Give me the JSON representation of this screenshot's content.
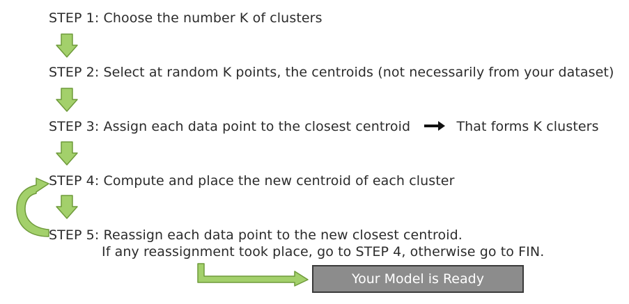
{
  "steps": [
    {
      "label": "STEP 1:",
      "text": "Choose the number K of clusters"
    },
    {
      "label": "STEP 2:",
      "text": "Select at random K points, the centroids (not necessarily from your dataset)"
    },
    {
      "label": "STEP 3:",
      "text": "Assign each data point to the closest centroid",
      "result": "That forms K clusters"
    },
    {
      "label": "STEP 4:",
      "text": "Compute and place the new centroid of each cluster"
    },
    {
      "label": "STEP 5:",
      "text": "Reassign each data point to the new closest centroid.",
      "text2": "If any reassignment took place, go to STEP 4, otherwise go to FIN."
    }
  ],
  "final": {
    "label": "Your Model is Ready"
  },
  "colors": {
    "arrow_fill": "#a3d06b",
    "arrow_stroke": "#6e9a3a",
    "box_fill": "#8c8c8c",
    "box_border": "#3a3a3a"
  },
  "icons": [
    "down-arrow-icon",
    "right-arrow-icon",
    "loop-arrow-icon",
    "connector-arrow-icon"
  ]
}
